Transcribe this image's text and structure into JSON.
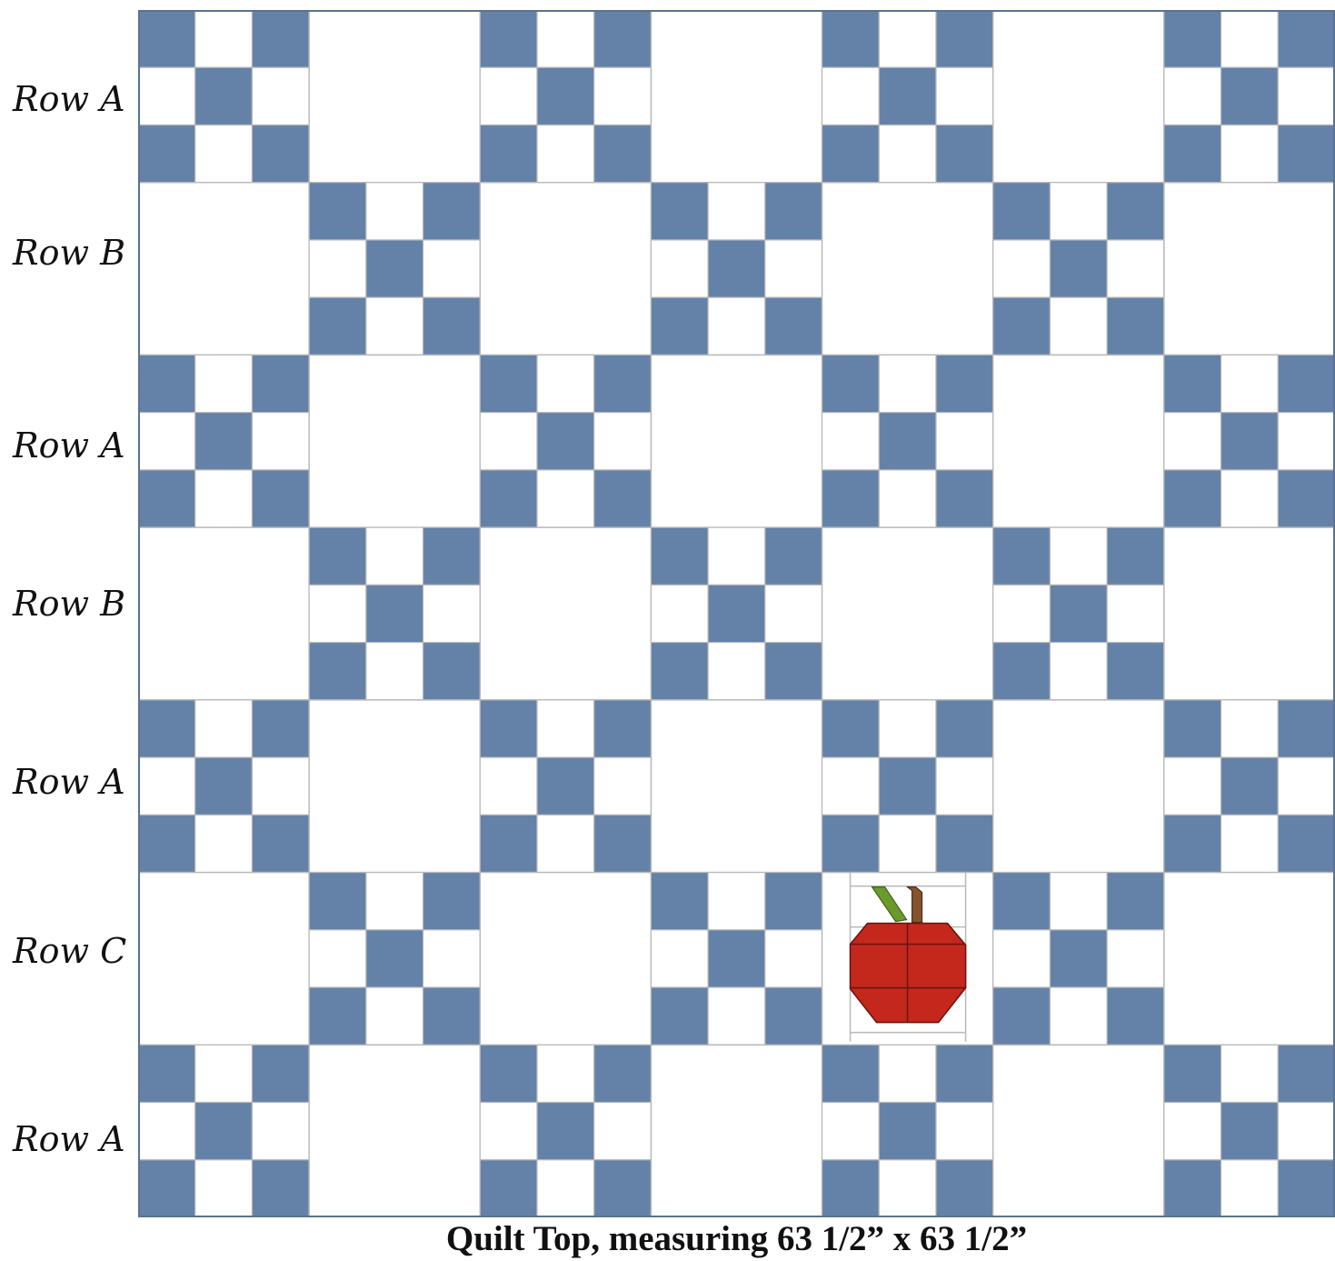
{
  "rows": [
    {
      "label": "Row A",
      "type": "A"
    },
    {
      "label": "Row B",
      "type": "B"
    },
    {
      "label": "Row A",
      "type": "A"
    },
    {
      "label": "Row B",
      "type": "B"
    },
    {
      "label": "Row A",
      "type": "A"
    },
    {
      "label": "Row C",
      "type": "C"
    },
    {
      "label": "Row A",
      "type": "A"
    }
  ],
  "caption": "Quilt Top, measuring 63 1/2” x 63 1/2”",
  "blocks_per_row": 7,
  "applique_block": {
    "row": 5,
    "col": 4,
    "motif": "apple-icon"
  },
  "colors": {
    "blue": "#6482a8",
    "white": "#ffffff",
    "seam": "#b9b9b9",
    "frame": "#5b7290",
    "apple_red": "#c4281d",
    "apple_outline": "#6e1410",
    "leaf_green": "#6a9a2c",
    "stem_brown": "#83542e"
  }
}
